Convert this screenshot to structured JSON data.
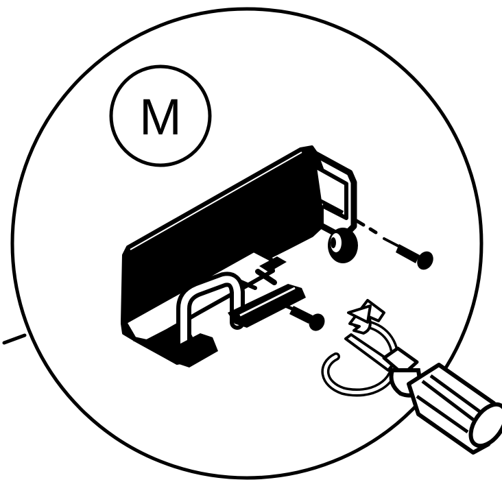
{
  "diagram": {
    "step_marker": {
      "label": "M"
    },
    "colors": {
      "ink": "#000000",
      "paper": "#ffffff"
    },
    "parts": [
      {
        "name": "wall-bracket"
      },
      {
        "name": "screw-upper"
      },
      {
        "name": "screw-lower"
      },
      {
        "name": "screwdriver"
      },
      {
        "name": "rotation-arrow"
      }
    ]
  }
}
